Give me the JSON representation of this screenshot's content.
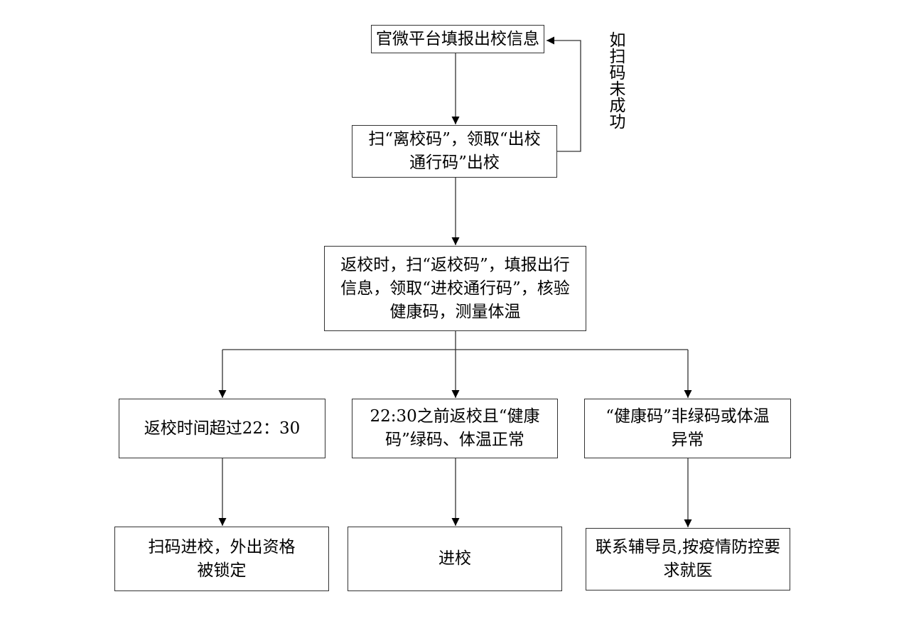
{
  "nodes": {
    "start": "官微平台填报出校信息",
    "scan_leave": "扫“离校码”，领取“出校\n通行码”出校",
    "return": "返校时，扫“返校码”，填报出行\n信息，领取“进校通行码”，核验\n健康码，测量体温",
    "late": "返校时间超过22：30",
    "ontime": "22:30之前返校且“健康\n码”绿码、体温正常",
    "abnormal": "“健康码”非绿码或体温\n异常",
    "locked": "扫码进校，外出资格\n被锁定",
    "enter": "进校",
    "doctor": "联系辅导员,按疫情防控要\n求就医"
  },
  "loop_label": "如扫码未成功"
}
